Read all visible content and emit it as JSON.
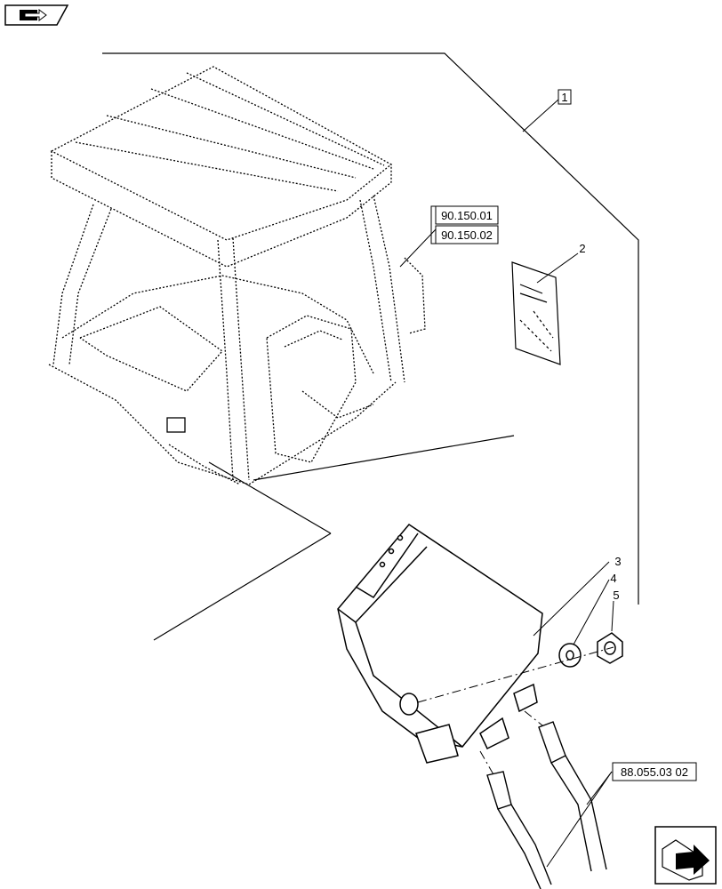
{
  "diagram": {
    "item_labels": {
      "item_1": "1",
      "item_2": "2",
      "item_3": "3",
      "item_4": "4",
      "item_5": "5"
    },
    "cross_references": {
      "ref_cab_1": "90.150.01",
      "ref_cab_2": "90.150.02",
      "ref_harness": "88.055.03 02"
    }
  },
  "icons": {
    "top_left": "book-arrow-icon",
    "bottom_right": "next-page-arrow-icon"
  }
}
